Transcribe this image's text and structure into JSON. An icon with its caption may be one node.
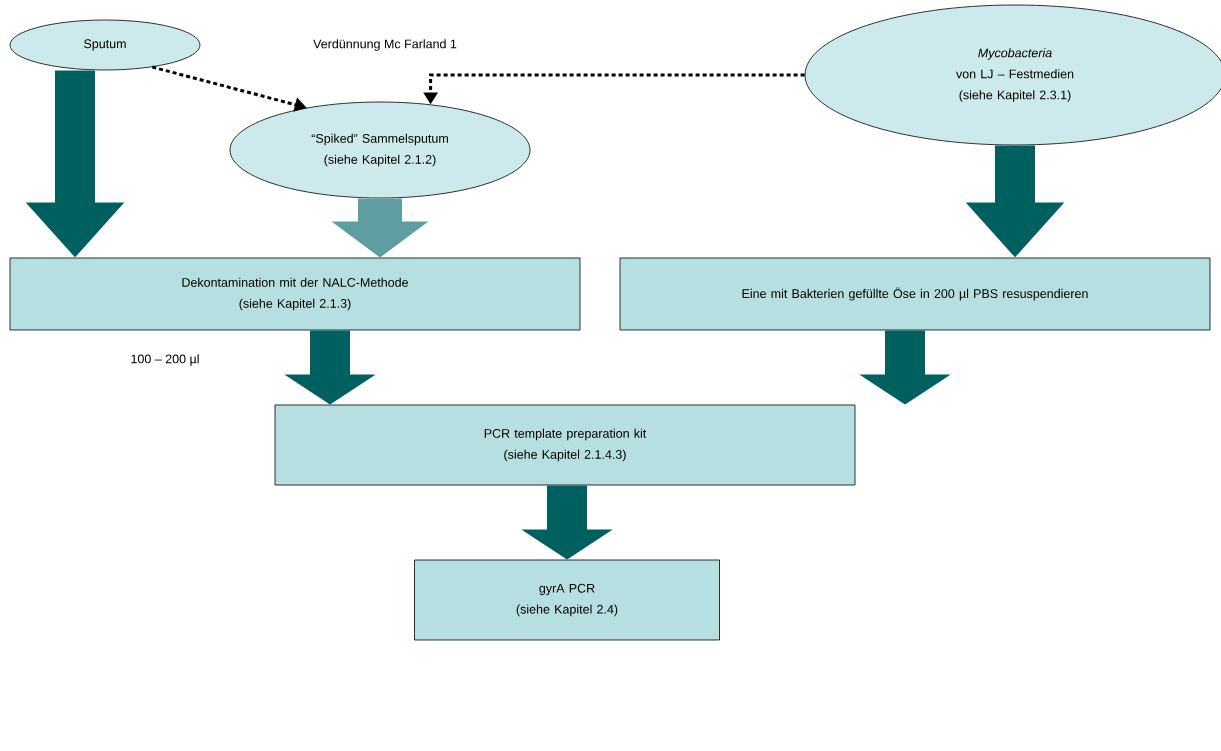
{
  "diagram": {
    "nodes": [
      {
        "text": [
          "Sputum"
        ]
      },
      {
        "text": [
          "Mycobacteria",
          "von LJ – Festmedien",
          "(siehe Kapitel 2.3.1)"
        ]
      },
      {
        "text": [
          "“Spiked” Sammelsputum",
          "(siehe Kapitel 2.1.2)"
        ]
      },
      {
        "text": [
          "Dekontamination mit der NALC-Methode",
          "(siehe Kapitel 2.1.3)"
        ]
      },
      {
        "text": [
          "Eine mit Bakterien gefüllte Öse in 200 µl  PBS resuspendieren"
        ]
      },
      {
        "text": [
          "PCR template preparation kit",
          "(siehe Kapitel 2.1.4.3)"
        ]
      },
      {
        "text": [
          "gyrA PCR",
          "(siehe Kapitel 2.4)"
        ]
      }
    ],
    "edges": [
      {
        "from": 0,
        "to": 2,
        "arrow": "to",
        "style": "dashed",
        "color": "#000000"
      },
      {
        "from": 1,
        "to": 2,
        "arrow": "to",
        "style": "dashed",
        "color": "#000000",
        "label": "Verdünnung Mc Farland 1"
      },
      {
        "from": 0,
        "to": 3,
        "arrow": "to"
      },
      {
        "from": 2,
        "to": 3,
        "arrow": "to",
        "color": "#5f9ea0"
      },
      {
        "from": 1,
        "to": 4,
        "arrow": "to"
      },
      {
        "from": 3,
        "to": 5,
        "arrow": "to"
      },
      {
        "from": 4,
        "to": 5,
        "arrow": "to"
      },
      {
        "from": 5,
        "to": 6,
        "arrow": "to"
      }
    ],
    "labels": [
      "100 – 200 µl"
    ]
  }
}
